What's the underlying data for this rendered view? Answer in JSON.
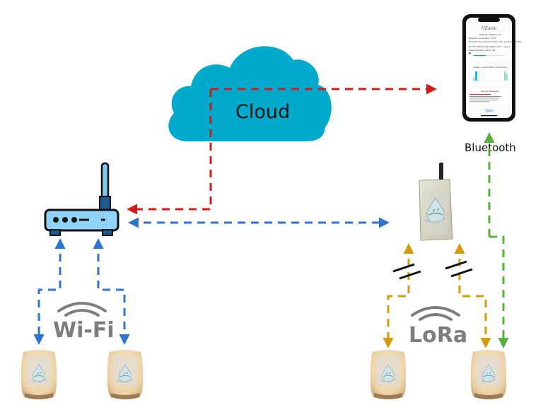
{
  "diagram": {
    "title": "Device connectivity architecture",
    "nodes": {
      "cloud": {
        "label": "Cloud",
        "color": "#00aacc"
      },
      "phone": {
        "label": "Bluetooth",
        "app": {
          "title": "OZsolo",
          "section_title": "Settings / Battery life",
          "network_connection": "Network connection: Wi-Fi",
          "theoretical_battery": "100% Theoretical battery life: 1 year 6 months",
          "remaining_battery": "75% Remaining battery life: 1 years",
          "measurement_quality": "Measurement quality: 80",
          "chart_title": "Water consumption (litres/hour)",
          "messages_title": "Device Messages",
          "save_button": "Save"
        }
      },
      "router": {
        "name": "Wi-Fi router"
      },
      "gateway": {
        "name": "LoRa gateway"
      },
      "sensors": [
        {
          "name": "Wi-Fi sensor 1"
        },
        {
          "name": "Wi-Fi sensor 2"
        },
        {
          "name": "LoRa sensor 1"
        },
        {
          "name": "LoRa sensor 2"
        }
      ]
    },
    "protocols": {
      "wifi": {
        "label": "Wi-Fi",
        "color": "#2f73d0"
      },
      "lora": {
        "label": "LoRa",
        "color": "#d49a0a"
      },
      "bluetooth": {
        "label": "Bluetooth",
        "color": "#55b13a"
      },
      "cloud_link": {
        "color": "#d61a1a"
      }
    }
  }
}
